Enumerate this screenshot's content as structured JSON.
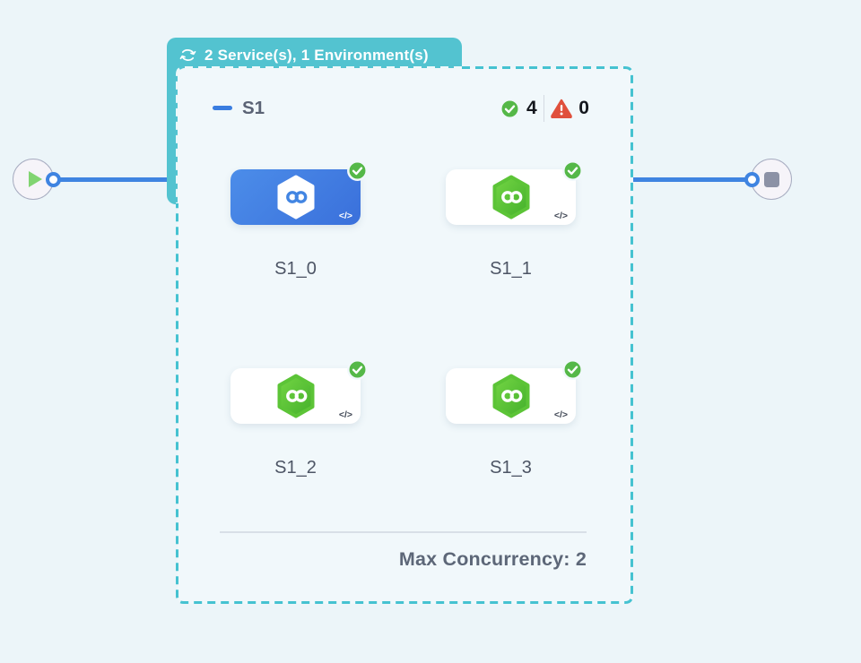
{
  "badge": {
    "label": "2 Service(s), 1 Environment(s)",
    "icon": "cycle-icon",
    "bg_color": "#53c3d0"
  },
  "group": {
    "name": "S1",
    "success_count": "4",
    "error_count": "0",
    "max_concurrency_label": "Max Concurrency: 2",
    "nodes": [
      {
        "id": "S1_0",
        "selected": true,
        "status": "success"
      },
      {
        "id": "S1_1",
        "selected": false,
        "status": "success"
      },
      {
        "id": "S1_2",
        "selected": false,
        "status": "success"
      },
      {
        "id": "S1_3",
        "selected": false,
        "status": "success"
      }
    ]
  },
  "icons": {
    "code_label": "</>",
    "start": "play-icon",
    "end": "stop-icon",
    "node_icon": "infinity-hexagon-icon",
    "success_icon": "check-circle-icon",
    "error_icon": "warning-triangle-icon"
  },
  "colors": {
    "teal_badge": "#53c3d0",
    "dashed_border": "#45c2d1",
    "edge_blue": "#3f84e1",
    "card_blue": "#3f7bdf",
    "success_green": "#55b848",
    "error_red": "#e0503c",
    "background": "#ecf5f9"
  }
}
